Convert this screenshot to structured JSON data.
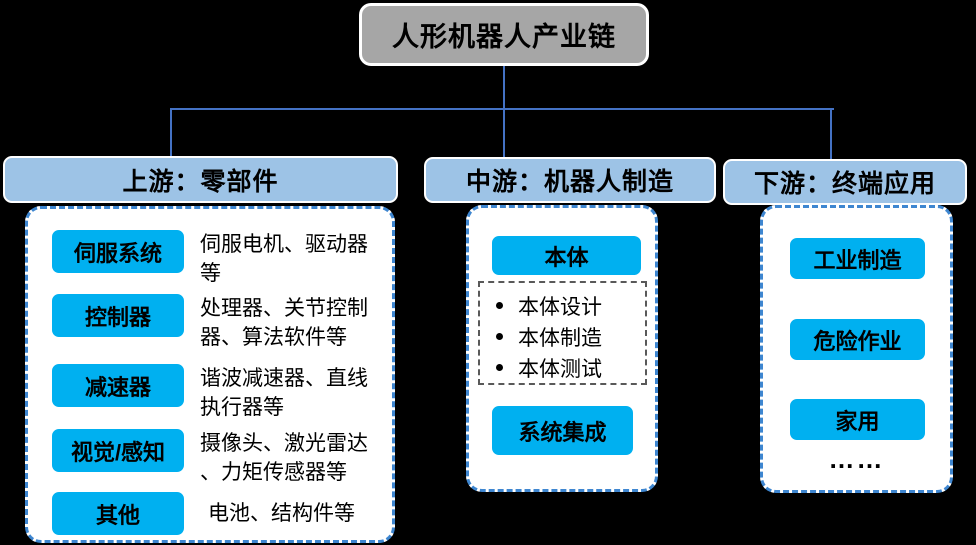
{
  "title": "人形机器人产业链",
  "colors": {
    "background": "#000000",
    "title_box_fill": "#A6A6A6",
    "header_fill": "#9DC3E6",
    "item_fill": "#00B0F0",
    "panel_dashed_border": "#3E86D0",
    "connector_line": "#4472C4",
    "bullet_box_border": "#595959"
  },
  "upstream": {
    "header": "上游：零部件",
    "items": [
      {
        "label": "伺服系统",
        "desc": "伺服电机、驱动器等"
      },
      {
        "label": "控制器",
        "desc": "处理器、关节控制器、算法软件等"
      },
      {
        "label": "减速器",
        "desc": "谐波减速器、直线执行器等"
      },
      {
        "label": "视觉/感知",
        "desc": "摄像头、激光雷达、力矩传感器等"
      },
      {
        "label": "其他",
        "desc": "电池、结构件等"
      }
    ]
  },
  "midstream": {
    "header": "中游：机器人制造",
    "body_label": "本体",
    "bullets": [
      "本体设计",
      "本体制造",
      "本体测试"
    ],
    "integration_label": "系统集成"
  },
  "downstream": {
    "header": "下游：终端应用",
    "items": [
      "工业制造",
      "危险作业",
      "家用"
    ],
    "ellipsis": "……"
  }
}
